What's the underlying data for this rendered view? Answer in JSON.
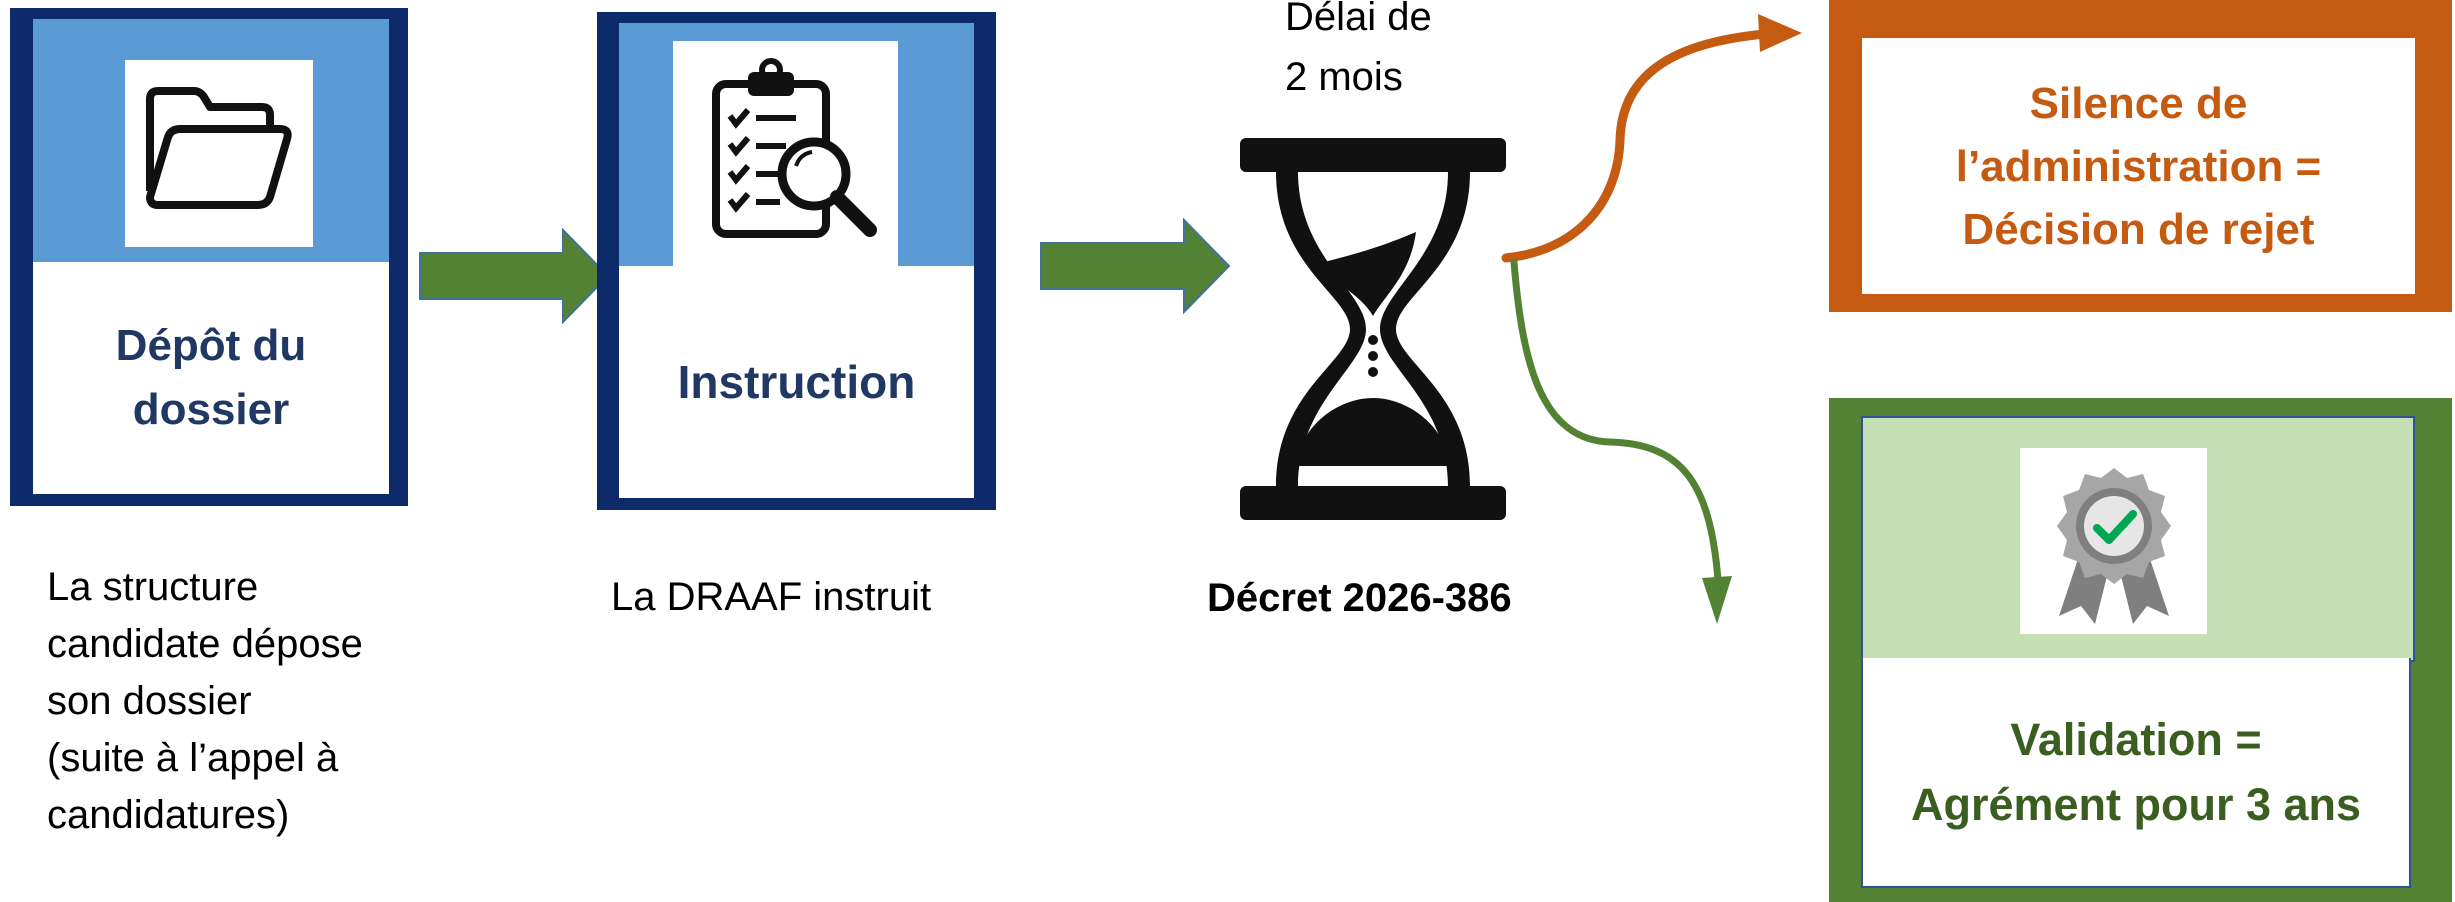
{
  "colors": {
    "navy_border": "#0d2a6b",
    "blue_top": "#5b9bd5",
    "navy_text": "#1f3864",
    "arrow_green": "#548235",
    "orange": "#c55a11",
    "light_green": "#c5e0b4",
    "dark_green_text": "#3a5e1f"
  },
  "steps": {
    "depot": {
      "title_line1": "Dépôt du",
      "title_line2": "dossier",
      "icon": "folder-icon",
      "caption_lines": [
        "La structure",
        "candidate dépose",
        "son dossier",
        "(suite à l’appel à",
        "candidatures)"
      ]
    },
    "instruction": {
      "title": "Instruction",
      "icon": "clipboard-magnifier-icon",
      "caption": "La DRAAF instruit"
    },
    "delai": {
      "label_line1": "Délai de",
      "label_line2": "2 mois",
      "icon": "hourglass-icon",
      "caption": "Décret 2026-386"
    }
  },
  "outcomes": {
    "rejet": {
      "line1": "Silence de",
      "line2": "l’administration =",
      "line3": "Décision de rejet"
    },
    "validation": {
      "line1": "Validation =",
      "line2": "Agrément pour 3 ans",
      "icon": "award-ribbon-check-icon"
    }
  }
}
